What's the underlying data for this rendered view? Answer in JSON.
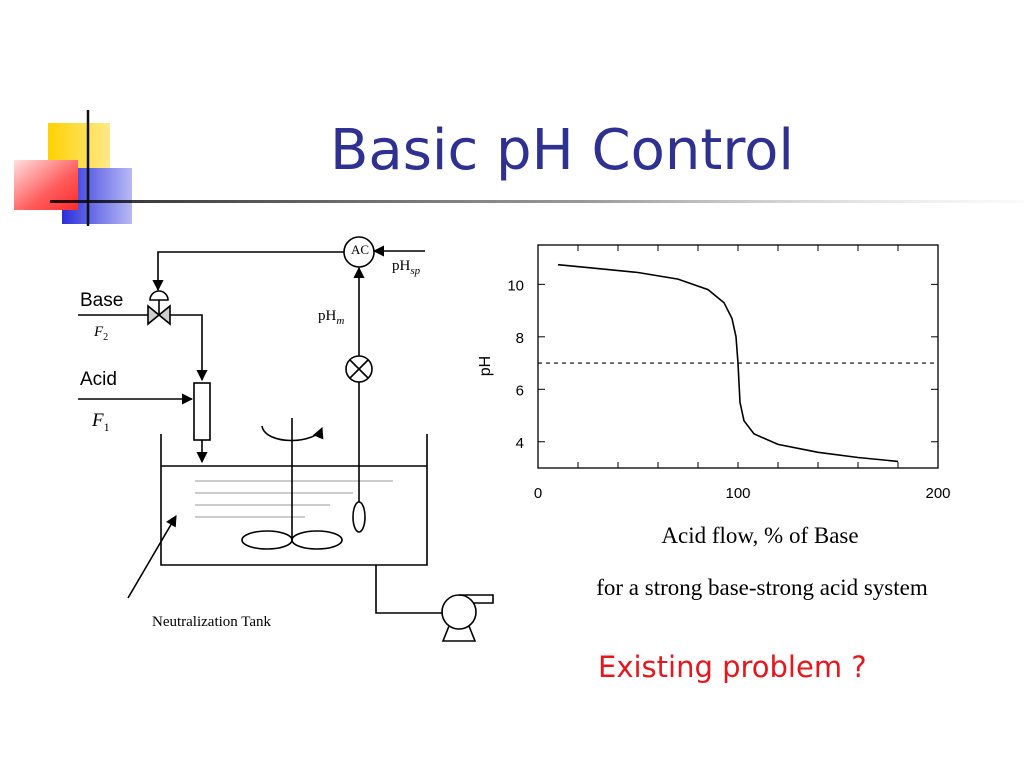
{
  "slide": {
    "title": "Basic pH Control",
    "caption_line1": "Acid flow, % of Base",
    "caption_line2": "for a strong base-strong acid system",
    "question": "Existing problem ?"
  },
  "diagram": {
    "controller_label": "AC",
    "setpoint_label": "pH",
    "setpoint_subscript": "sp",
    "measured_label": "pH",
    "measured_subscript": "m",
    "base_label": "Base",
    "base_flow_label": "F",
    "base_flow_subscript": "2",
    "acid_label": "Acid",
    "acid_flow_label": "F",
    "acid_flow_subscript": "1",
    "tank_label": "Neutralization Tank"
  },
  "colors": {
    "title": "#2e3192",
    "question": "#e8161c",
    "accent_yellow": "#ffd200",
    "accent_red": "#ff3b3b",
    "accent_blue": "#2b2fd9"
  },
  "chart_data": {
    "type": "line",
    "ylabel": "pH",
    "xlabel": "",
    "xlim": [
      0,
      200
    ],
    "ylim": [
      3,
      11.5
    ],
    "x_ticks": [
      0,
      100,
      200
    ],
    "y_ticks": [
      4,
      6,
      8,
      10
    ],
    "grid": false,
    "reference_line": {
      "y": 7,
      "style": "dashed"
    },
    "series": [
      {
        "x": [
          10,
          30,
          50,
          70,
          85,
          93,
          97,
          99,
          100,
          101,
          103,
          108,
          120,
          140,
          160,
          180
        ],
        "y": [
          10.75,
          10.6,
          10.45,
          10.2,
          9.8,
          9.3,
          8.7,
          8.0,
          7.0,
          5.5,
          4.8,
          4.3,
          3.9,
          3.6,
          3.4,
          3.25
        ]
      }
    ]
  }
}
